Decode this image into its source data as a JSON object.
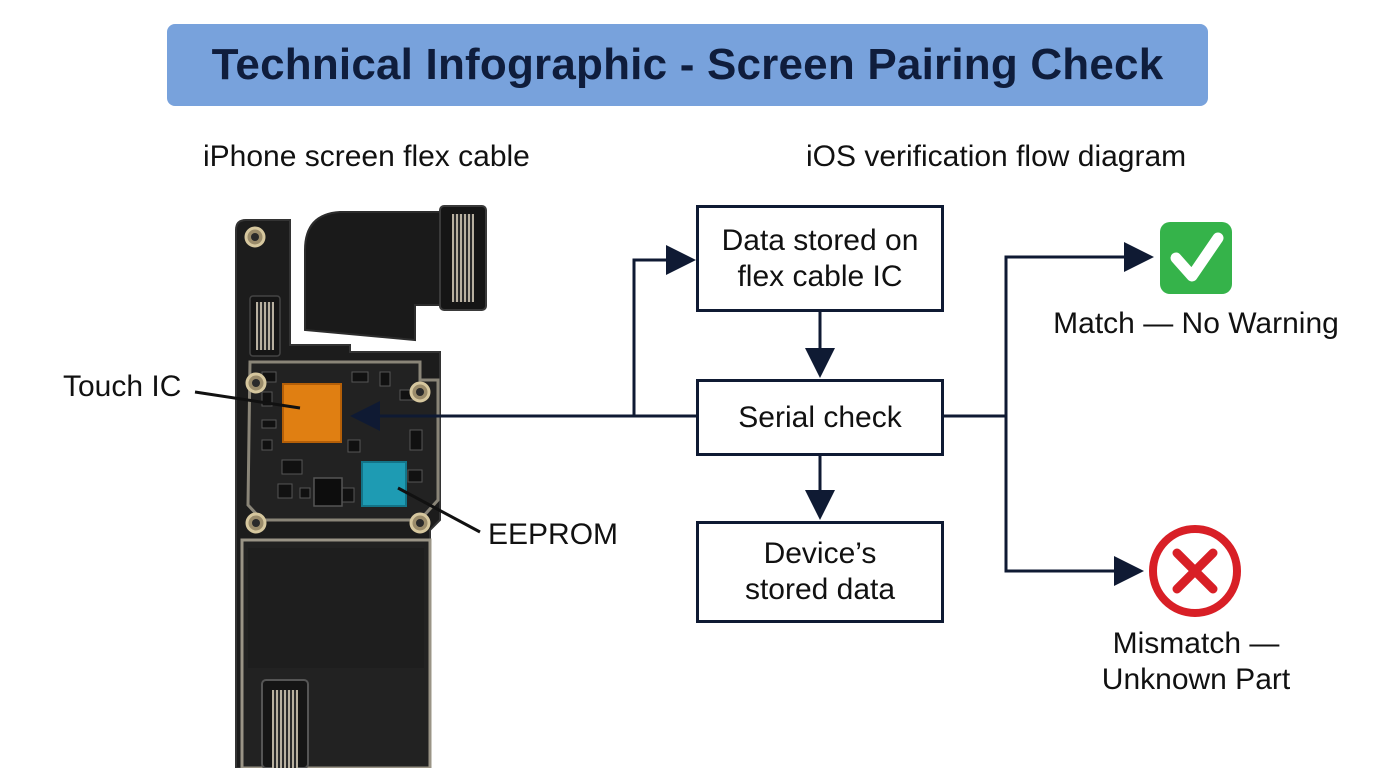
{
  "title": "Technical Infographic - Screen Pairing Check",
  "sections": {
    "left_heading": "iPhone screen flex cable",
    "right_heading": "iOS verification flow diagram"
  },
  "board": {
    "callouts": {
      "touch_ic": "Touch IC",
      "eeprom": "EEPROM"
    },
    "colors": {
      "touch_ic": "#e07f12",
      "eeprom": "#1e9bb3",
      "pcb": "#1c1c1c"
    }
  },
  "flow": {
    "steps": [
      {
        "id": "flex",
        "label": "Data stored on\nflex cable IC"
      },
      {
        "id": "serial",
        "label": "Serial check"
      },
      {
        "id": "device",
        "label": "Device’s\nstored data"
      }
    ],
    "outcomes": {
      "match": {
        "label": "Match — No Warning",
        "icon": "check-mark-icon",
        "color": "#35b34a"
      },
      "mismatch": {
        "label": "Mismatch —\nUnknown Part",
        "icon": "cross-mark-icon",
        "color": "#d81f26"
      }
    },
    "colors": {
      "arrow": "#0f1a33"
    }
  }
}
